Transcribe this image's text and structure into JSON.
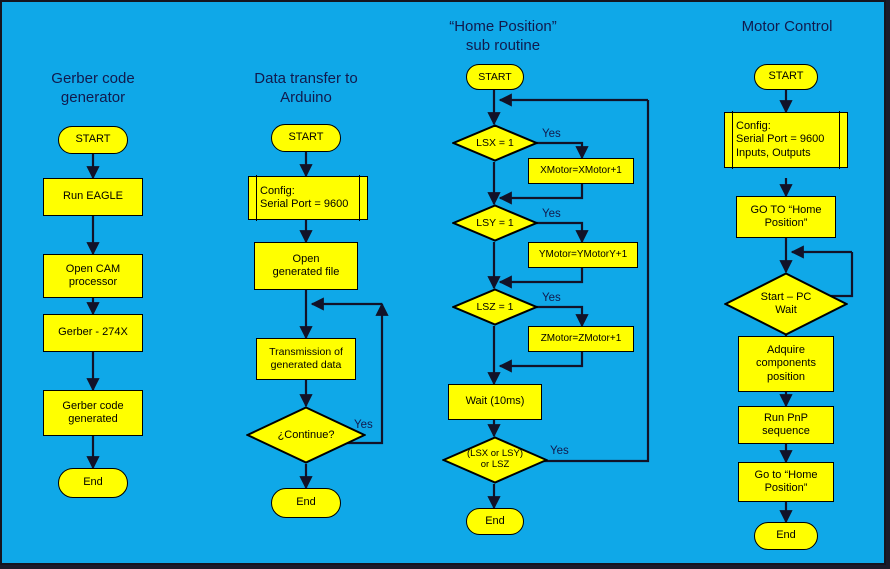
{
  "page": {
    "background_color": "#0fa8e8",
    "shape_fill": "#ffff00",
    "shape_stroke": "#000000",
    "title_color": "#111a4d",
    "label_color": "#111a4d"
  },
  "columns": [
    {
      "id": "gerber",
      "title": "Gerber code\ngenerator",
      "nodes": [
        {
          "id": "g-start",
          "type": "terminator",
          "label": "START"
        },
        {
          "id": "g-eagle",
          "type": "process",
          "label": "Run EAGLE"
        },
        {
          "id": "g-cam",
          "type": "process",
          "label": "Open CAM\nprocessor"
        },
        {
          "id": "g-274x",
          "type": "process",
          "label": "Gerber - 274X"
        },
        {
          "id": "g-code",
          "type": "process",
          "label": "Gerber code\ngenerated"
        },
        {
          "id": "g-end",
          "type": "terminator",
          "label": "End"
        }
      ]
    },
    {
      "id": "transfer",
      "title": "Data transfer to\nArduino",
      "nodes": [
        {
          "id": "t-start",
          "type": "terminator",
          "label": "START"
        },
        {
          "id": "t-config",
          "type": "predefined",
          "label": "Config:\nSerial Port = 9600"
        },
        {
          "id": "t-open",
          "type": "process",
          "label": "Open\ngenerated file"
        },
        {
          "id": "t-trans",
          "type": "process",
          "label": "Transmission of\ngenerated data"
        },
        {
          "id": "t-cont",
          "type": "decision",
          "label": "¿Continue?",
          "branch_label": "Yes"
        },
        {
          "id": "t-end",
          "type": "terminator",
          "label": "End"
        }
      ]
    },
    {
      "id": "home",
      "title": "“Home Position”\nsub routine",
      "nodes": [
        {
          "id": "h-start",
          "type": "terminator",
          "label": "START"
        },
        {
          "id": "h-lsx",
          "type": "decision",
          "label": "LSX = 1",
          "branch_label": "Yes"
        },
        {
          "id": "h-xmot",
          "type": "process",
          "label": "XMotor=XMotor+1"
        },
        {
          "id": "h-lsy",
          "type": "decision",
          "label": "LSY = 1",
          "branch_label": "Yes"
        },
        {
          "id": "h-ymot",
          "type": "process",
          "label": "YMotor=YMotorY+1"
        },
        {
          "id": "h-lsz",
          "type": "decision",
          "label": "LSZ = 1",
          "branch_label": "Yes"
        },
        {
          "id": "h-zmot",
          "type": "process",
          "label": "ZMotor=ZMotor+1"
        },
        {
          "id": "h-wait",
          "type": "process",
          "label": "Wait (10ms)"
        },
        {
          "id": "h-any",
          "type": "decision",
          "label": "(LSX or LSY)\nor  LSZ",
          "branch_label": "Yes"
        },
        {
          "id": "h-end",
          "type": "terminator",
          "label": "End"
        }
      ]
    },
    {
      "id": "motor",
      "title": "Motor Control",
      "nodes": [
        {
          "id": "m-start",
          "type": "terminator",
          "label": "START"
        },
        {
          "id": "m-config",
          "type": "predefined",
          "label": "Config:\nSerial Port = 9600\nInputs, Outputs"
        },
        {
          "id": "m-goto",
          "type": "process",
          "label": "GO TO “Home\nPosition”"
        },
        {
          "id": "m-wait",
          "type": "decision",
          "label": "Start – PC\nWait"
        },
        {
          "id": "m-adq",
          "type": "process",
          "label": "Adquire\ncomponents\nposition"
        },
        {
          "id": "m-pnp",
          "type": "process",
          "label": "Run PnP\nsequence"
        },
        {
          "id": "m-home",
          "type": "process",
          "label": "Go to “Home\nPosition”"
        },
        {
          "id": "m-end",
          "type": "terminator",
          "label": "End"
        }
      ]
    }
  ]
}
